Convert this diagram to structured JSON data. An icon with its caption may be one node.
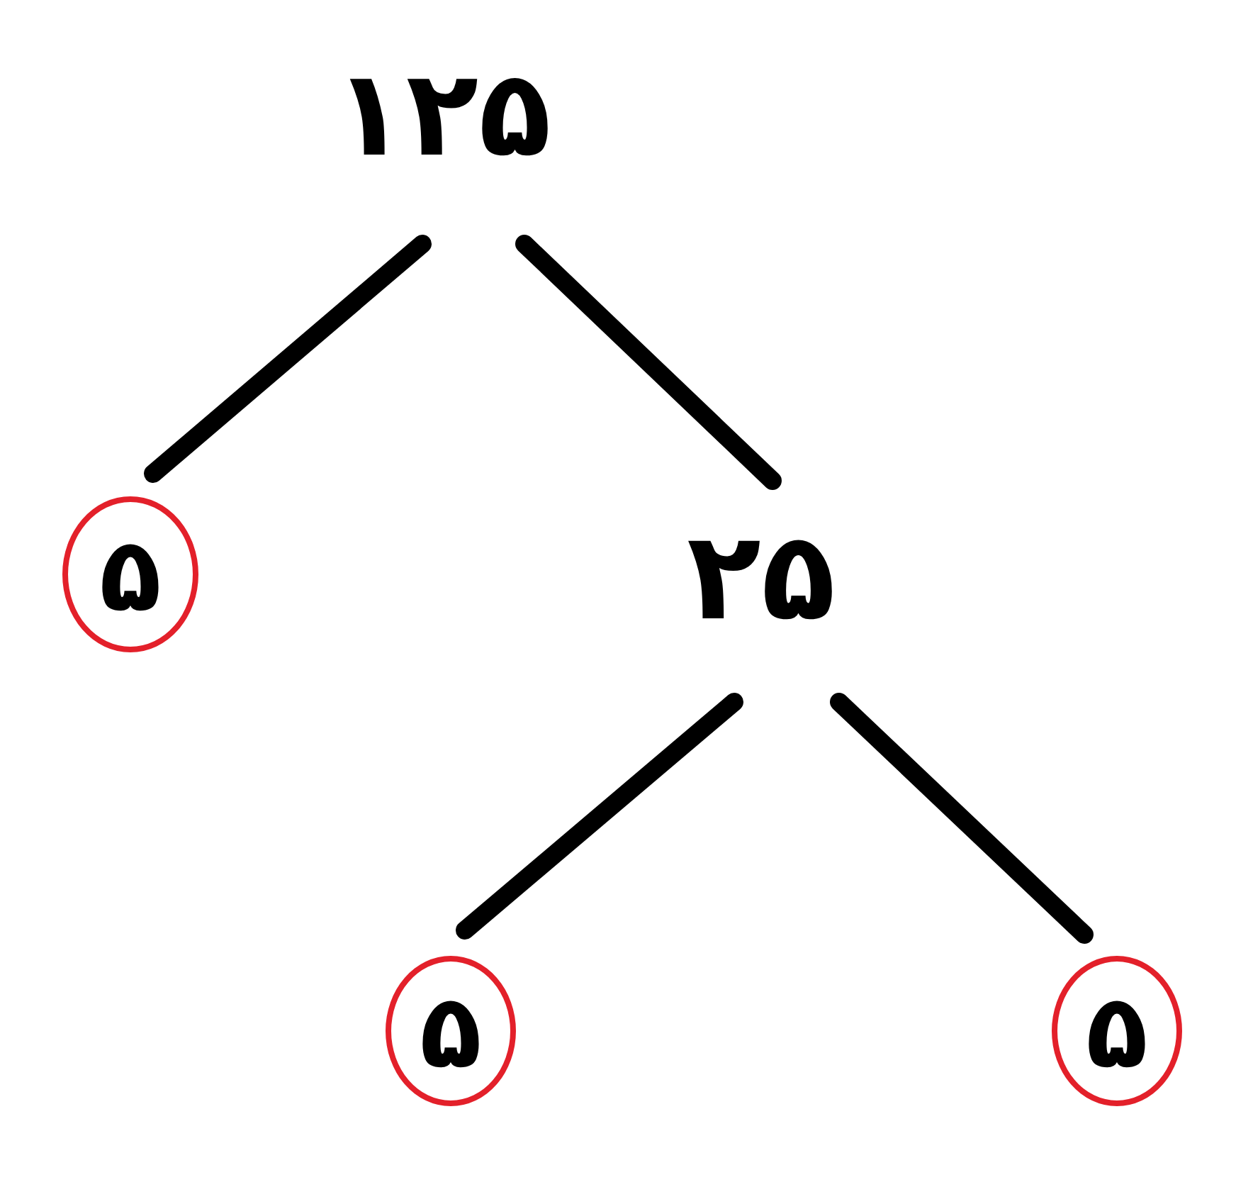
{
  "diagram": {
    "nodes": [
      {
        "text": [
          "۱۲۵"
        ]
      },
      {
        "text": [
          "۵"
        ]
      },
      {
        "text": [
          "۲۵"
        ]
      },
      {
        "text": [
          "۵"
        ]
      },
      {
        "text": [
          "۵"
        ]
      }
    ],
    "edges": [
      {
        "from": 0,
        "to": 1,
        "arrow": "none"
      },
      {
        "from": 0,
        "to": 2,
        "arrow": "none"
      },
      {
        "from": 2,
        "to": 3,
        "arrow": "none"
      },
      {
        "from": 2,
        "to": 4,
        "arrow": "none"
      }
    ]
  }
}
